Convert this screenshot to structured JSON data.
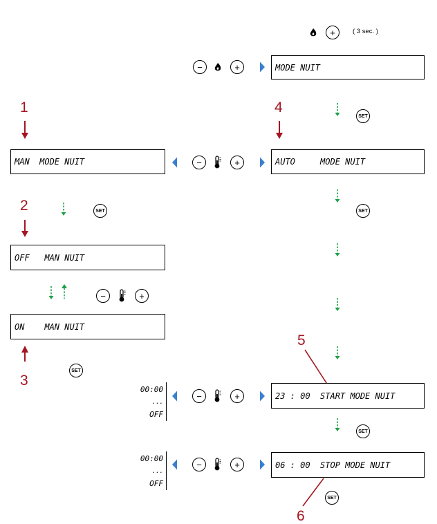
{
  "header": {
    "hold_time": "( 3 sec. )"
  },
  "buttons": {
    "set": "SET",
    "minus": "−",
    "plus": "+"
  },
  "displays": {
    "mode_nuit": "MODE NUIT",
    "man_mode_nuit": "MAN  MODE NUIT",
    "auto_mode_nuit": "AUTO     MODE NUIT",
    "off_man_nuit": "OFF   MAN NUIT",
    "on_man_nuit": "ON    MAN NUIT",
    "start_mode_nuit": "23 : 00  START MODE NUIT",
    "stop_mode_nuit": "06 : 00  STOP MODE NUIT"
  },
  "ranges": {
    "start": {
      "top": "00:00",
      "mid": "...",
      "bottom": "OFF"
    },
    "stop": {
      "top": "00:00",
      "mid": "...",
      "bottom": "OFF"
    }
  },
  "steps": {
    "s1": "1",
    "s2": "2",
    "s3": "3",
    "s4": "4",
    "s5": "5",
    "s6": "6"
  },
  "colors": {
    "step_red": "#a31621",
    "flow_green": "#1fa04a",
    "nav_blue": "#3b7fd0"
  }
}
